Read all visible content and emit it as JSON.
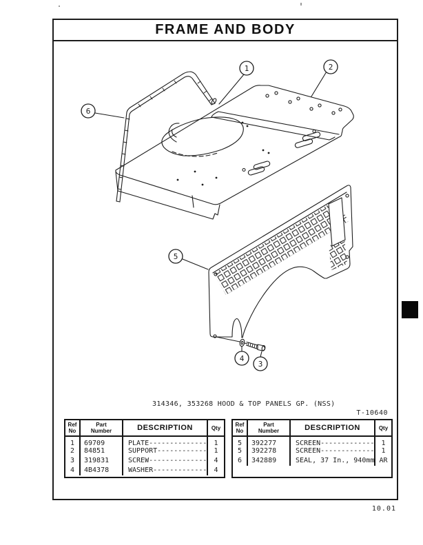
{
  "page": {
    "title": "FRAME AND BODY",
    "caption": "314346, 353268 HOOD & TOP PANELS GP. (NSS)",
    "figure_ref": "T-10640",
    "page_number": "10.01"
  },
  "figure": {
    "callouts": [
      "1",
      "2",
      "3",
      "4",
      "5",
      "6"
    ]
  },
  "table_headers": {
    "ref_top": "Ref",
    "ref_bottom": "No",
    "part_top": "Part",
    "part_bottom": "Number",
    "description": "DESCRIPTION",
    "qty": "Qty"
  },
  "left_table": {
    "rows": [
      {
        "ref": "1",
        "part": "69709",
        "desc": "PLATE----------------",
        "qty": "1"
      },
      {
        "ref": "2",
        "part": "84851",
        "desc": "SUPPORT--------------",
        "qty": "1"
      },
      {
        "ref": "3",
        "part": "319831",
        "desc": "SCREW----------------",
        "qty": "4"
      },
      {
        "ref": "4",
        "part": "4B4378",
        "desc": "WASHER---------------",
        "qty": "4"
      }
    ]
  },
  "right_table": {
    "rows": [
      {
        "ref": "5",
        "part": "392277",
        "desc": "SCREEN---------------",
        "qty": "1"
      },
      {
        "ref": "5",
        "part": "392278",
        "desc": "SCREEN---------------",
        "qty": "1"
      },
      {
        "ref": "6",
        "part": "342889",
        "desc": "SEAL, 37 In., 940mm--",
        "qty": "AR"
      }
    ]
  }
}
